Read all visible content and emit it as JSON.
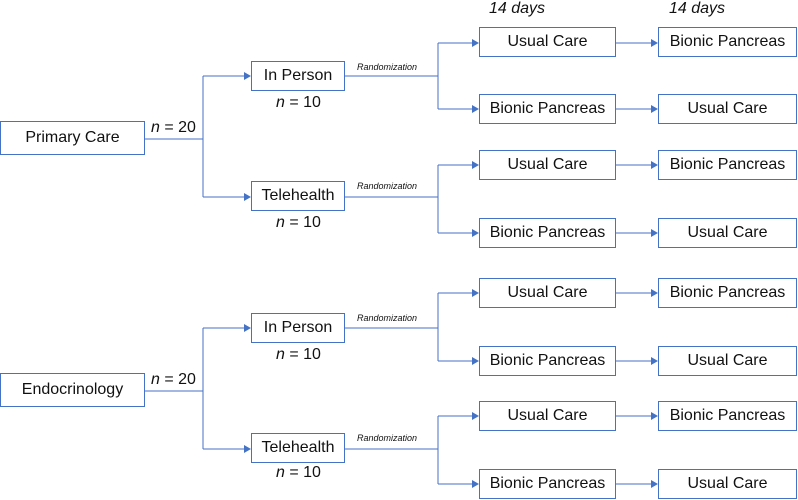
{
  "column_headers": [
    "14 days",
    "14 days"
  ],
  "n_symbol": "n",
  "groups": [
    {
      "label": "Primary Care",
      "n_value": "= 20",
      "arms": [
        {
          "label": "In Person",
          "n_value": "= 10",
          "randomization": "Randomization",
          "sequences": [
            {
              "first": "Usual Care",
              "second": "Bionic Pancreas"
            },
            {
              "first": "Bionic Pancreas",
              "second": "Usual Care"
            }
          ]
        },
        {
          "label": "Telehealth",
          "n_value": "= 10",
          "randomization": "Randomization",
          "sequences": [
            {
              "first": "Usual Care",
              "second": "Bionic Pancreas"
            },
            {
              "first": "Bionic Pancreas",
              "second": "Usual Care"
            }
          ]
        }
      ]
    },
    {
      "label": "Endocrinology",
      "n_value": "= 20",
      "arms": [
        {
          "label": "In Person",
          "n_value": "= 10",
          "randomization": "Randomization",
          "sequences": [
            {
              "first": "Usual Care",
              "second": "Bionic Pancreas"
            },
            {
              "first": "Bionic Pancreas",
              "second": "Usual Care"
            }
          ]
        },
        {
          "label": "Telehealth",
          "n_value": "= 10",
          "randomization": "Randomization",
          "sequences": [
            {
              "first": "Usual Care",
              "second": "Bionic Pancreas"
            },
            {
              "first": "Bionic Pancreas",
              "second": "Usual Care"
            }
          ]
        }
      ]
    }
  ],
  "colors": {
    "box_border": "#4472c4",
    "connector": "#4472c4",
    "text": "#111111"
  }
}
